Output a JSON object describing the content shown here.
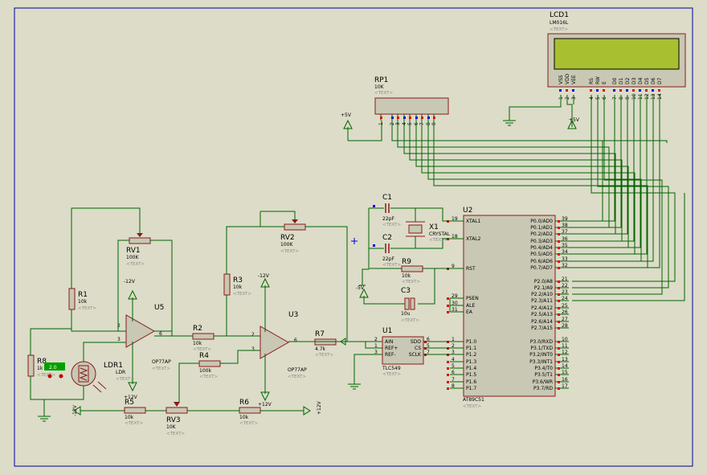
{
  "colors": {
    "background": "#dcdcc8",
    "wire": "#006400",
    "component": "#8b1a1a",
    "body_fill": "#c8c8b4",
    "lcd_fill": "#a8c030",
    "frame": "#0000a0",
    "pin_red": "#e00000",
    "pin_blue": "#0000e0"
  },
  "placeholder_text": "<TEXT>",
  "lcd": {
    "ref": "LCD1",
    "model": "LM016L",
    "pins": [
      "VSS",
      "VDD",
      "VEE",
      "RS",
      "RW",
      "E",
      "D0",
      "D1",
      "D2",
      "D3",
      "D4",
      "D5",
      "D6",
      "D7"
    ],
    "pin_numbers": [
      "1",
      "2",
      "3",
      "4",
      "5",
      "6",
      "7",
      "8",
      "9",
      "10",
      "11",
      "12",
      "13",
      "14"
    ]
  },
  "rp1": {
    "ref": "RP1",
    "value": "10K",
    "pins": [
      "1",
      "2",
      "3",
      "4",
      "5",
      "6",
      "7",
      "8",
      "9"
    ]
  },
  "u2": {
    "ref": "U2",
    "model": "AT89C51",
    "left_pins": [
      {
        "n": "19",
        "name": "XTAL1"
      },
      {
        "n": "18",
        "name": "XTAL2"
      },
      {
        "n": "9",
        "name": "RST"
      },
      {
        "n": "29",
        "name": "PSEN"
      },
      {
        "n": "30",
        "name": "ALE"
      },
      {
        "n": "31",
        "name": "EA"
      },
      {
        "n": "1",
        "name": "P1.0"
      },
      {
        "n": "2",
        "name": "P1.1"
      },
      {
        "n": "3",
        "name": "P1.2"
      },
      {
        "n": "4",
        "name": "P1.3"
      },
      {
        "n": "5",
        "name": "P1.4"
      },
      {
        "n": "6",
        "name": "P1.5"
      },
      {
        "n": "7",
        "name": "P1.6"
      },
      {
        "n": "8",
        "name": "P1.7"
      }
    ],
    "right_pins": [
      {
        "n": "39",
        "name": "P0.0/AD0"
      },
      {
        "n": "38",
        "name": "P0.1/AD1"
      },
      {
        "n": "37",
        "name": "P0.2/AD2"
      },
      {
        "n": "36",
        "name": "P0.3/AD3"
      },
      {
        "n": "35",
        "name": "P0.4/AD4"
      },
      {
        "n": "34",
        "name": "P0.5/AD5"
      },
      {
        "n": "33",
        "name": "P0.6/AD6"
      },
      {
        "n": "32",
        "name": "P0.7/AD7"
      },
      {
        "n": "21",
        "name": "P2.0/A8"
      },
      {
        "n": "22",
        "name": "P2.1/A9"
      },
      {
        "n": "23",
        "name": "P2.2/A10"
      },
      {
        "n": "24",
        "name": "P2.3/A11"
      },
      {
        "n": "25",
        "name": "P2.4/A12"
      },
      {
        "n": "26",
        "name": "P2.5/A13"
      },
      {
        "n": "27",
        "name": "P2.6/A14"
      },
      {
        "n": "28",
        "name": "P2.7/A15"
      },
      {
        "n": "10",
        "name": "P3.0/RXD"
      },
      {
        "n": "11",
        "name": "P3.1/TXD"
      },
      {
        "n": "12",
        "name": "P3.2/INT0"
      },
      {
        "n": "13",
        "name": "P3.3/INT1"
      },
      {
        "n": "14",
        "name": "P3.4/T0"
      },
      {
        "n": "15",
        "name": "P3.5/T1"
      },
      {
        "n": "16",
        "name": "P3.6/WR"
      },
      {
        "n": "17",
        "name": "P3.7/RD"
      }
    ]
  },
  "u1": {
    "ref": "U1",
    "model": "TLC549",
    "left_pins": [
      {
        "n": "2",
        "name": "AIN"
      },
      {
        "n": "1",
        "name": "REF+"
      },
      {
        "n": "3",
        "name": "REF-"
      }
    ],
    "right_pins": [
      {
        "n": "6",
        "name": "SDO"
      },
      {
        "n": "5",
        "name": "CS"
      },
      {
        "n": "7",
        "name": "SCLK"
      }
    ]
  },
  "c1": {
    "ref": "C1",
    "value": "22pF"
  },
  "c2": {
    "ref": "C2",
    "value": "22pF"
  },
  "c3": {
    "ref": "C3",
    "value": "10u"
  },
  "x1": {
    "ref": "X1",
    "value": "CRYSTAL"
  },
  "r9": {
    "ref": "R9",
    "value": "10k"
  },
  "rv1": {
    "ref": "RV1",
    "value": "100K"
  },
  "rv2": {
    "ref": "RV2",
    "value": "100K"
  },
  "rv3": {
    "ref": "RV3",
    "value": "10K"
  },
  "r1": {
    "ref": "R1",
    "value": "10k"
  },
  "r2": {
    "ref": "R2",
    "value": "10k"
  },
  "r3": {
    "ref": "R3",
    "value": "10k"
  },
  "r4": {
    "ref": "R4",
    "value": "100k"
  },
  "r5": {
    "ref": "R5",
    "value": "10k"
  },
  "r6": {
    "ref": "R6",
    "value": "10k"
  },
  "r7": {
    "ref": "R7",
    "value": "4.7k"
  },
  "r8": {
    "ref": "R8",
    "value": "1k"
  },
  "u5": {
    "ref": "U5",
    "model": "OP77AP"
  },
  "u3": {
    "ref": "U3",
    "model": "OP77AP"
  },
  "ldr1": {
    "ref": "LDR1",
    "model": "LDR",
    "reading": "2.0"
  },
  "power": {
    "pos5": "+5V",
    "neg5": "-5V",
    "pos12": "+12V",
    "neg12": "-12V"
  },
  "opamp_pins": {
    "in_pos": "3",
    "in_neg": "2",
    "out": "6"
  }
}
